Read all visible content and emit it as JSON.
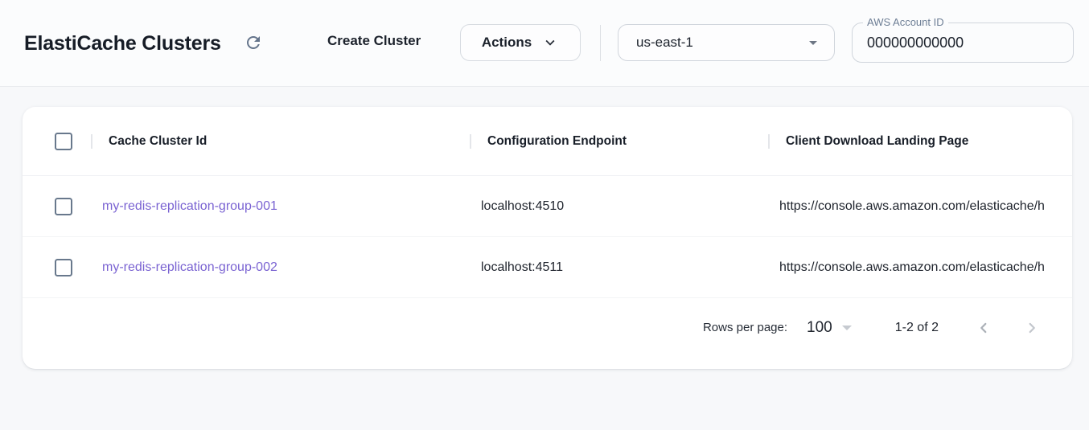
{
  "header": {
    "title": "ElastiCache Clusters",
    "create_cluster_label": "Create Cluster",
    "actions_label": "Actions",
    "region_selected": "us-east-1",
    "account_field": {
      "label": "AWS Account ID",
      "value": "000000000000"
    }
  },
  "table": {
    "columns": [
      "Cache Cluster Id",
      "Configuration Endpoint",
      "Client Download Landing Page"
    ],
    "rows": [
      {
        "cache_cluster_id": "my-redis-replication-group-001",
        "configuration_endpoint": "localhost:4510",
        "client_download_landing_page": "https://console.aws.amazon.com/elasticache/h"
      },
      {
        "cache_cluster_id": "my-redis-replication-group-002",
        "configuration_endpoint": "localhost:4511",
        "client_download_landing_page": "https://console.aws.amazon.com/elasticache/h"
      }
    ],
    "pagination": {
      "rows_per_page_label": "Rows per page:",
      "rows_per_page_value": "100",
      "range_label": "1-2 of 2"
    }
  },
  "colors": {
    "link": "#7a63d2",
    "card_background": "#ffffff",
    "page_background": "#f7f8fa"
  }
}
